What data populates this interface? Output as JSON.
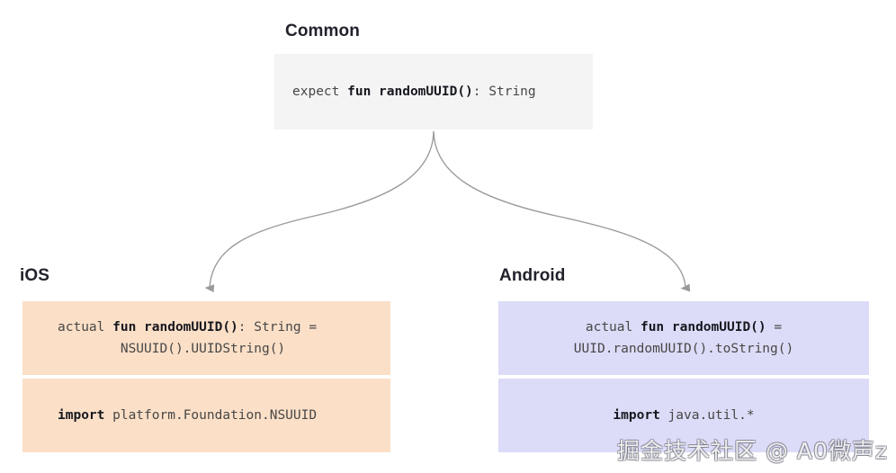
{
  "diagram": {
    "type": "kotlin-multiplatform-expect-actual",
    "background": "#ffffff",
    "arrow_color": "#9a9a9a"
  },
  "common": {
    "title": "Common",
    "box_color": "#f4f4f4",
    "code_line": "expect fun randomUUID(): String",
    "code_parts": {
      "prefix": "expect ",
      "bold": "fun randomUUID()",
      "suffix": ": String"
    }
  },
  "ios": {
    "title": "iOS",
    "box_color": "#fbdfc7",
    "impl": {
      "line1_prefix": "actual ",
      "line1_bold": "fun randomUUID()",
      "line1_suffix": ": String =",
      "line2": "        NSUUID().UUIDString()",
      "full": "actual fun randomUUID(): String =\n        NSUUID().UUIDString()"
    },
    "import": {
      "bold": "import",
      "rest": " platform.Foundation.NSUUID",
      "full": "import platform.Foundation.NSUUID"
    }
  },
  "android": {
    "title": "Android",
    "box_color": "#dcdcf8",
    "impl": {
      "line1_prefix": "actual ",
      "line1_bold": "fun randomUUID()",
      "line1_suffix": " =",
      "line2": "UUID.randomUUID().toString()",
      "full": "actual fun randomUUID() =\nUUID.randomUUID().toString()"
    },
    "import": {
      "bold": "import",
      "rest": " java.util.*",
      "full": "import java.util.*"
    }
  },
  "watermark": {
    "text": "掘金技术社区 @ A0微声z"
  }
}
